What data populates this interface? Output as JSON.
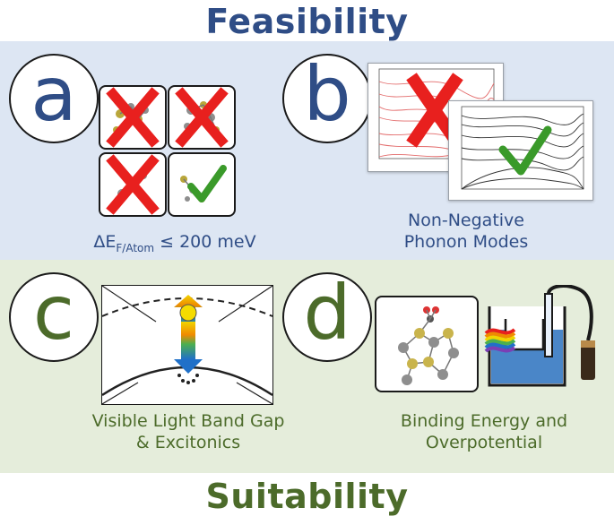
{
  "titles": {
    "top": "Feasibility",
    "bottom": "Suitability"
  },
  "panels": {
    "a": {
      "letter": "a",
      "caption_main": "ΔE",
      "caption_sub": "F/Atom",
      "caption_rest": " ≤ 200 meV"
    },
    "b": {
      "letter": "b",
      "caption_line1": "Non-Negative",
      "caption_line2": "Phonon Modes"
    },
    "c": {
      "letter": "c",
      "caption_line1": "Visible Light Band Gap",
      "caption_line2": "& Excitonics"
    },
    "d": {
      "letter": "d",
      "caption_line1": "Binding Energy and",
      "caption_line2": "Overpotential"
    }
  },
  "colors": {
    "feasibility": "#2f4d86",
    "suitability": "#4c6b2a",
    "reject": "#e8201e",
    "accept": "#3a9a2a"
  },
  "icons": {
    "reject": "red-x-icon",
    "accept": "green-check-icon"
  }
}
